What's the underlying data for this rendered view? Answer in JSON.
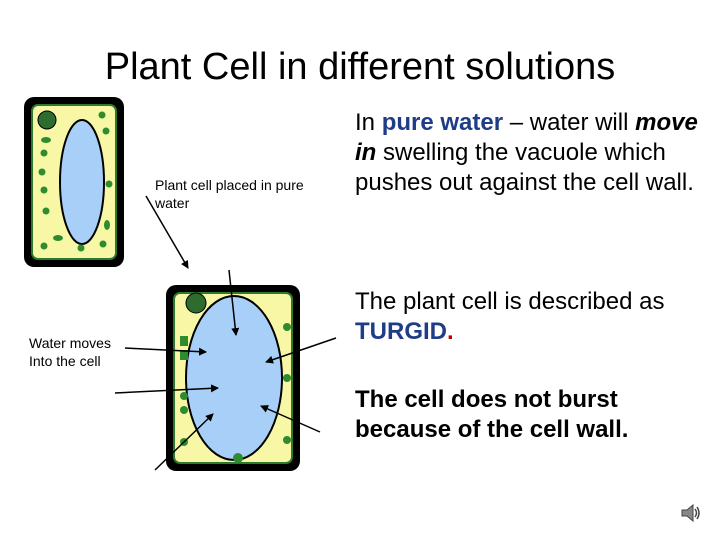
{
  "title": "Plant Cell in different solutions",
  "labels": {
    "placed": "Plant cell placed in pure water",
    "moves_line1": "Water moves",
    "moves_line2": "Into the cell"
  },
  "para1": {
    "t1": "In ",
    "t2": "pure water",
    "t3": " – water will ",
    "t4": "move in",
    "t5": " swelling the vacuole which pushes out against the cell wall."
  },
  "para2": {
    "t1": "The plant cell is described as ",
    "t2": "TURGID",
    "t3": "."
  },
  "para3": "The cell does not burst because of the cell wall.",
  "colors": {
    "cell_wall": "#000000",
    "membrane": "#2d7a2d",
    "cytoplasm": "#f7f7a6",
    "vacuole": "#a7cff7",
    "chloroplast": "#2e8b2e",
    "accent_blue": "#1f3c88",
    "accent_red": "#c00000"
  },
  "icons": {
    "speaker": "speaker-icon"
  }
}
